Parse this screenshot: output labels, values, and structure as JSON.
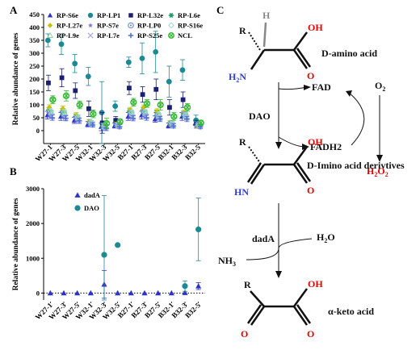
{
  "panels": {
    "a": "A",
    "b": "B",
    "c": "C"
  },
  "chart_data": [
    {
      "type": "scatter",
      "panel": "A",
      "ylabel": "Relative abundance of genes",
      "ylim": [
        -50,
        450
      ],
      "yticks": [
        0,
        50,
        100,
        150,
        200,
        250,
        300,
        350,
        400,
        450
      ],
      "categories": [
        "W27-1",
        "W27-3",
        "W27-5",
        "W32-1",
        "W32-3",
        "W32-5",
        "B27-1",
        "B27-3",
        "B27-5",
        "B32-1",
        "B32-3",
        "B32-5"
      ],
      "legend_placement": "top",
      "series": [
        {
          "name": "RP-S6e",
          "marker": "triangle",
          "color": "#2d33c9",
          "values": [
            60,
            55,
            40,
            25,
            15,
            20,
            55,
            60,
            45,
            20,
            55,
            30
          ],
          "err": [
            15,
            15,
            12,
            10,
            15,
            10,
            15,
            15,
            12,
            10,
            15,
            10
          ]
        },
        {
          "name": "RP-LP1",
          "marker": "circle",
          "color": "#1b8a93",
          "values": [
            350,
            335,
            260,
            210,
            70,
            95,
            265,
            280,
            305,
            190,
            235,
            40
          ],
          "err": [
            25,
            40,
            35,
            35,
            120,
            20,
            20,
            60,
            80,
            60,
            40,
            20
          ]
        },
        {
          "name": "RP-L32e",
          "marker": "square",
          "color": "#1a1f70",
          "values": [
            185,
            205,
            155,
            85,
            30,
            40,
            165,
            140,
            160,
            90,
            120,
            25
          ],
          "err": [
            30,
            35,
            30,
            30,
            40,
            15,
            25,
            30,
            40,
            30,
            30,
            15
          ]
        },
        {
          "name": "RP-L6e",
          "marker": "star6",
          "color": "#1c9a66",
          "values": [
            80,
            75,
            55,
            35,
            20,
            25,
            75,
            80,
            70,
            30,
            65,
            20
          ],
          "err": [
            10,
            10,
            10,
            8,
            10,
            8,
            10,
            10,
            10,
            8,
            10,
            8
          ]
        },
        {
          "name": "RP-L27e",
          "marker": "diamond",
          "color": "#c8c000",
          "values": [
            90,
            85,
            60,
            35,
            18,
            25,
            80,
            90,
            75,
            30,
            70,
            20
          ],
          "err": [
            10,
            10,
            10,
            8,
            10,
            8,
            10,
            10,
            10,
            8,
            10,
            8
          ]
        },
        {
          "name": "RP-S7e",
          "marker": "star5",
          "color": "#7b7bd6",
          "values": [
            65,
            60,
            45,
            28,
            15,
            22,
            62,
            65,
            55,
            25,
            60,
            22
          ],
          "err": [
            10,
            10,
            10,
            8,
            10,
            8,
            10,
            10,
            10,
            8,
            10,
            8
          ]
        },
        {
          "name": "RP-LP0",
          "marker": "circle-dot",
          "color": "#6a8fd8",
          "values": [
            70,
            65,
            50,
            30,
            18,
            22,
            68,
            70,
            60,
            28,
            62,
            25
          ],
          "err": [
            10,
            10,
            10,
            8,
            10,
            8,
            10,
            10,
            10,
            8,
            10,
            8
          ]
        },
        {
          "name": "RP-S16e",
          "marker": "diamond-open",
          "color": "#9ed6df",
          "values": [
            75,
            72,
            52,
            32,
            18,
            22,
            70,
            72,
            62,
            28,
            60,
            22
          ],
          "err": [
            10,
            10,
            10,
            8,
            10,
            8,
            10,
            10,
            10,
            8,
            10,
            8
          ]
        },
        {
          "name": "RP-L9e",
          "marker": "triangle-open",
          "color": "#8fd6a0",
          "values": [
            70,
            68,
            50,
            30,
            16,
            20,
            65,
            68,
            58,
            25,
            58,
            20
          ],
          "err": [
            10,
            10,
            10,
            8,
            10,
            8,
            10,
            10,
            10,
            8,
            10,
            8
          ]
        },
        {
          "name": "RP-L7e",
          "marker": "x",
          "color": "#a8a8e6",
          "values": [
            55,
            50,
            40,
            25,
            12,
            18,
            52,
            55,
            48,
            20,
            50,
            18
          ],
          "err": [
            10,
            10,
            10,
            8,
            10,
            8,
            10,
            10,
            10,
            8,
            10,
            8
          ]
        },
        {
          "name": "RP-S25e",
          "marker": "plus",
          "color": "#4a6fd0",
          "values": [
            50,
            48,
            38,
            22,
            10,
            15,
            48,
            50,
            45,
            18,
            45,
            15
          ],
          "err": [
            10,
            10,
            10,
            8,
            10,
            8,
            10,
            10,
            10,
            8,
            10,
            8
          ]
        },
        {
          "name": "NCL",
          "marker": "circle-x",
          "color": "#33b833",
          "values": [
            120,
            135,
            100,
            65,
            28,
            35,
            110,
            105,
            100,
            55,
            90,
            30
          ],
          "err": [
            15,
            20,
            15,
            15,
            20,
            10,
            15,
            15,
            20,
            15,
            15,
            10
          ]
        }
      ]
    },
    {
      "type": "scatter",
      "panel": "B",
      "ylabel": "Relative abundance of genes",
      "ylim": [
        -200,
        3000
      ],
      "yticks": [
        0,
        1000,
        2000,
        3000
      ],
      "categories": [
        "W27-1",
        "W27-3",
        "W27-5",
        "W32-1",
        "W32-3",
        "W32-5",
        "B27-1",
        "B27-3",
        "B27-5",
        "B32-1",
        "B32-3",
        "B32-5"
      ],
      "legend_placement": "top-left",
      "series": [
        {
          "name": "dadA",
          "marker": "triangle",
          "color": "#2d33c9",
          "values": [
            0,
            0,
            0,
            0,
            250,
            0,
            0,
            0,
            0,
            0,
            10,
            200
          ],
          "err": [
            0,
            0,
            0,
            0,
            400,
            0,
            0,
            0,
            0,
            0,
            0,
            100
          ]
        },
        {
          "name": "DAO",
          "marker": "circle",
          "color": "#1b8a93",
          "values": [
            null,
            null,
            null,
            null,
            1100,
            1380,
            null,
            null,
            null,
            null,
            200,
            1830
          ],
          "err": [
            0,
            0,
            0,
            0,
            1700,
            0,
            0,
            0,
            0,
            0,
            150,
            900
          ]
        }
      ]
    }
  ],
  "diagram": {
    "d_amino": "D-amino acid",
    "imino": "D-Imino acid derivtives",
    "keto": "α-keto acid",
    "dao": "DAO",
    "fad": "FAD",
    "fadh2": "FADH2",
    "o2": "O",
    "o2_sub": "2",
    "h2o2_a": "H",
    "h2o2_b": "O",
    "dada": "dadA",
    "h2o": "H",
    "h2o_b": "O",
    "nh3": "NH",
    "nh3_sub": "3",
    "r": "R",
    "h": "H",
    "oh": "OH",
    "o": "O",
    "h2n": "H",
    "h2n_b": "N",
    "hn": "HN",
    "num2": "2",
    "colors": {
      "blue": "#2f3fd0",
      "red": "#e00000",
      "grey": "#888888",
      "black": "#111111"
    }
  }
}
